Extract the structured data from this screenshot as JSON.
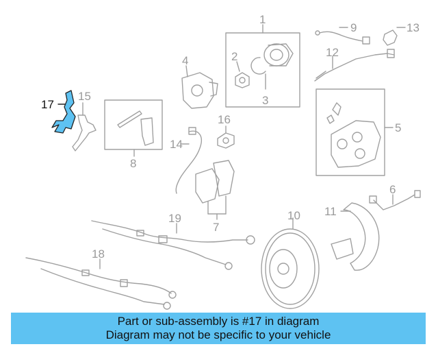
{
  "diagram": {
    "callouts": {
      "c1": "1",
      "c2": "2",
      "c3": "3",
      "c4": "4",
      "c5": "5",
      "c6": "6",
      "c7": "7",
      "c8": "8",
      "c9": "9",
      "c10": "10",
      "c11": "11",
      "c12": "12",
      "c13": "13",
      "c14": "14",
      "c15": "15",
      "c16": "16",
      "c17": "17",
      "c18": "18",
      "c19": "19"
    },
    "highlight_color": "#5ec2f2",
    "line_color": "#a0a0a0"
  },
  "banner": {
    "line1": "Part or sub-assembly is #17 in diagram",
    "line2": "Diagram may not be specific to your vehicle",
    "background": "#5ec2f2"
  }
}
